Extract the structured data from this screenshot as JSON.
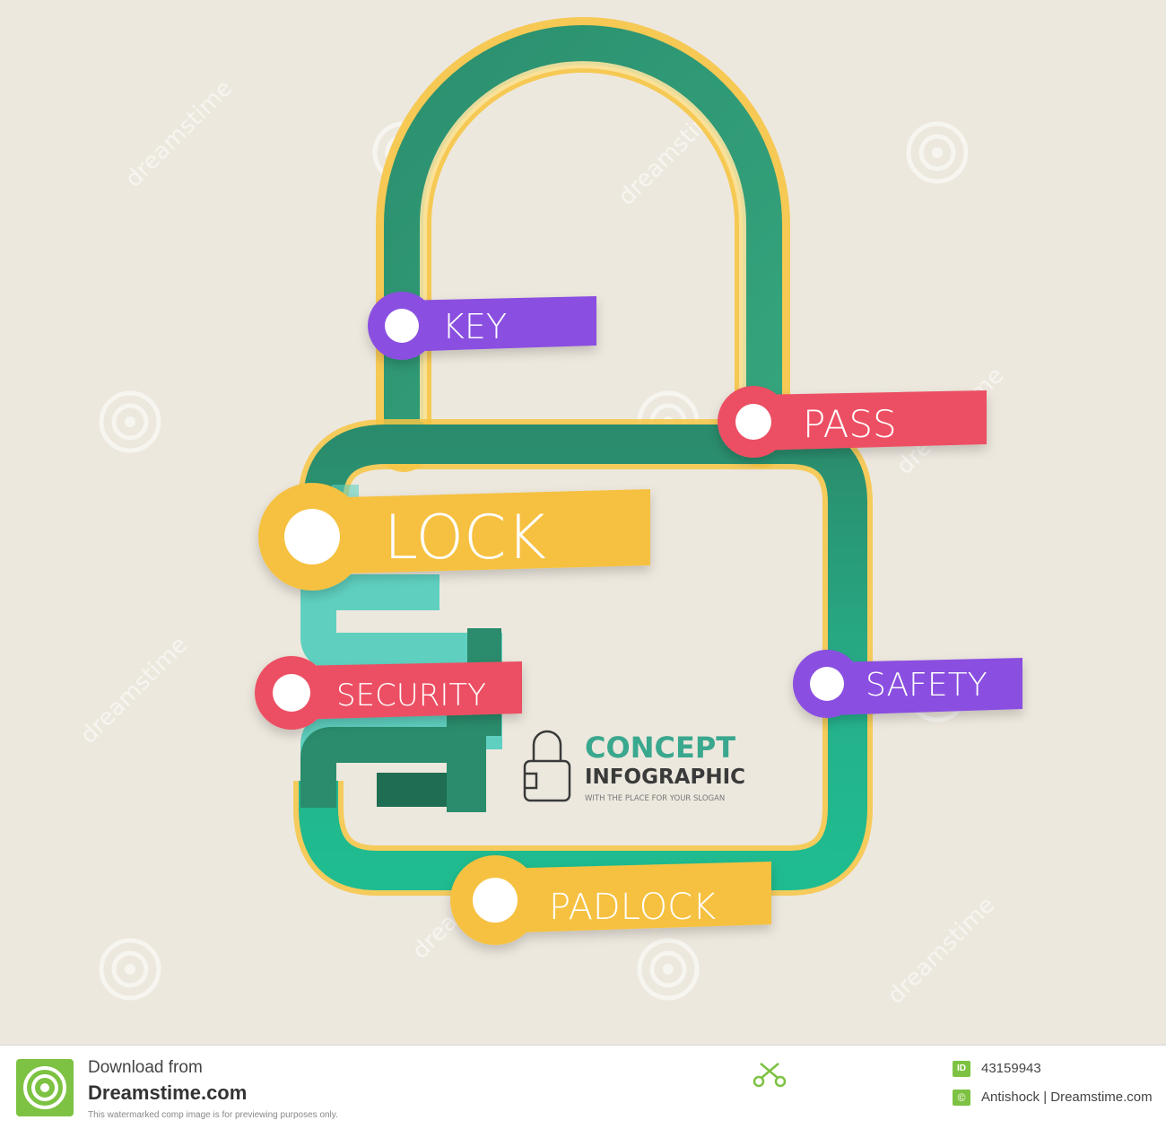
{
  "labels": {
    "key": "KEY",
    "pass": "PASS",
    "lock": "LOCK",
    "security": "SECURITY",
    "safety": "SAFETY",
    "padlock": "PADLOCK"
  },
  "concept": {
    "title": "CONCEPT",
    "subtitle": "INFOGRAPHIC",
    "slogan": "WITH THE PLACE FOR YOUR SLOGAN"
  },
  "watermark": {
    "text": "dreamstime"
  },
  "footer": {
    "download_label": "Download from",
    "site_name": "Dreamstime.com",
    "disclaimer": "This watermarked comp image is for previewing purposes only.",
    "id_badge": "ID",
    "image_id": "43159943",
    "copyright_symbol": "©",
    "credit": "Antishock | Dreamstime.com"
  },
  "colors": {
    "background": "#ede8de",
    "frame_green": "#2e9a74",
    "frame_teal": "#5fd0c0",
    "inner_yellow": "#f6c545",
    "purple": "#8a4fe0",
    "red": "#ec4f63",
    "yellow": "#f6c141",
    "title_teal": "#3aa88e",
    "title_dark": "#3a3a3a",
    "dreamstime_green": "#7dc242"
  },
  "icons": [
    "padlock-icon",
    "spiral-watermark-icon",
    "scissors-icon",
    "copyright-icon"
  ]
}
